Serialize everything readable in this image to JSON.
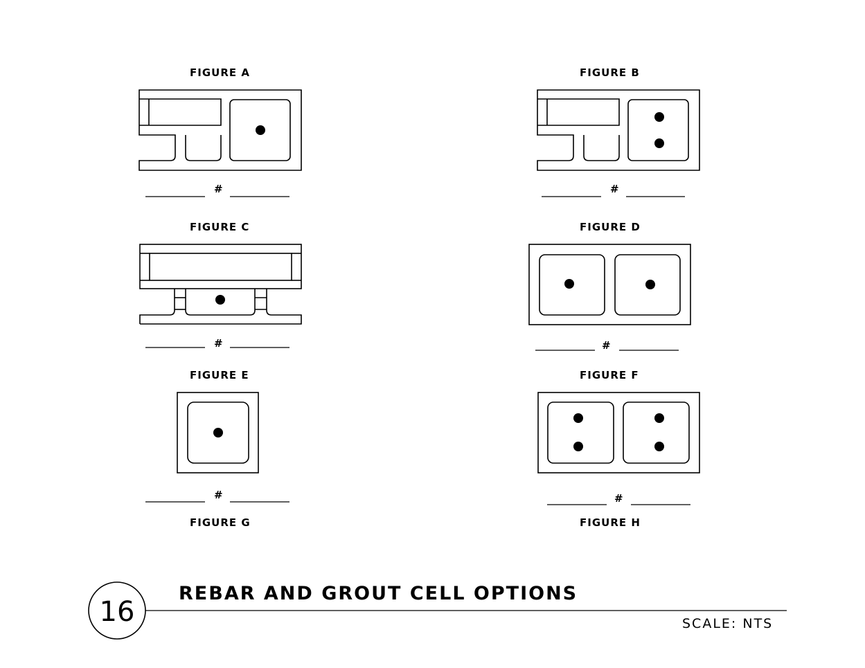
{
  "figures": {
    "a": "FIGURE A",
    "b": "FIGURE B",
    "c": "FIGURE C",
    "d": "FIGURE D",
    "e": "FIGURE E",
    "f": "FIGURE F",
    "g": "FIGURE G",
    "h": "FIGURE H"
  },
  "blank_symbol": "#",
  "detail": {
    "number": "16",
    "title": "REBAR AND GROUT CELL OPTIONS",
    "scale": "SCALE: NTS"
  }
}
